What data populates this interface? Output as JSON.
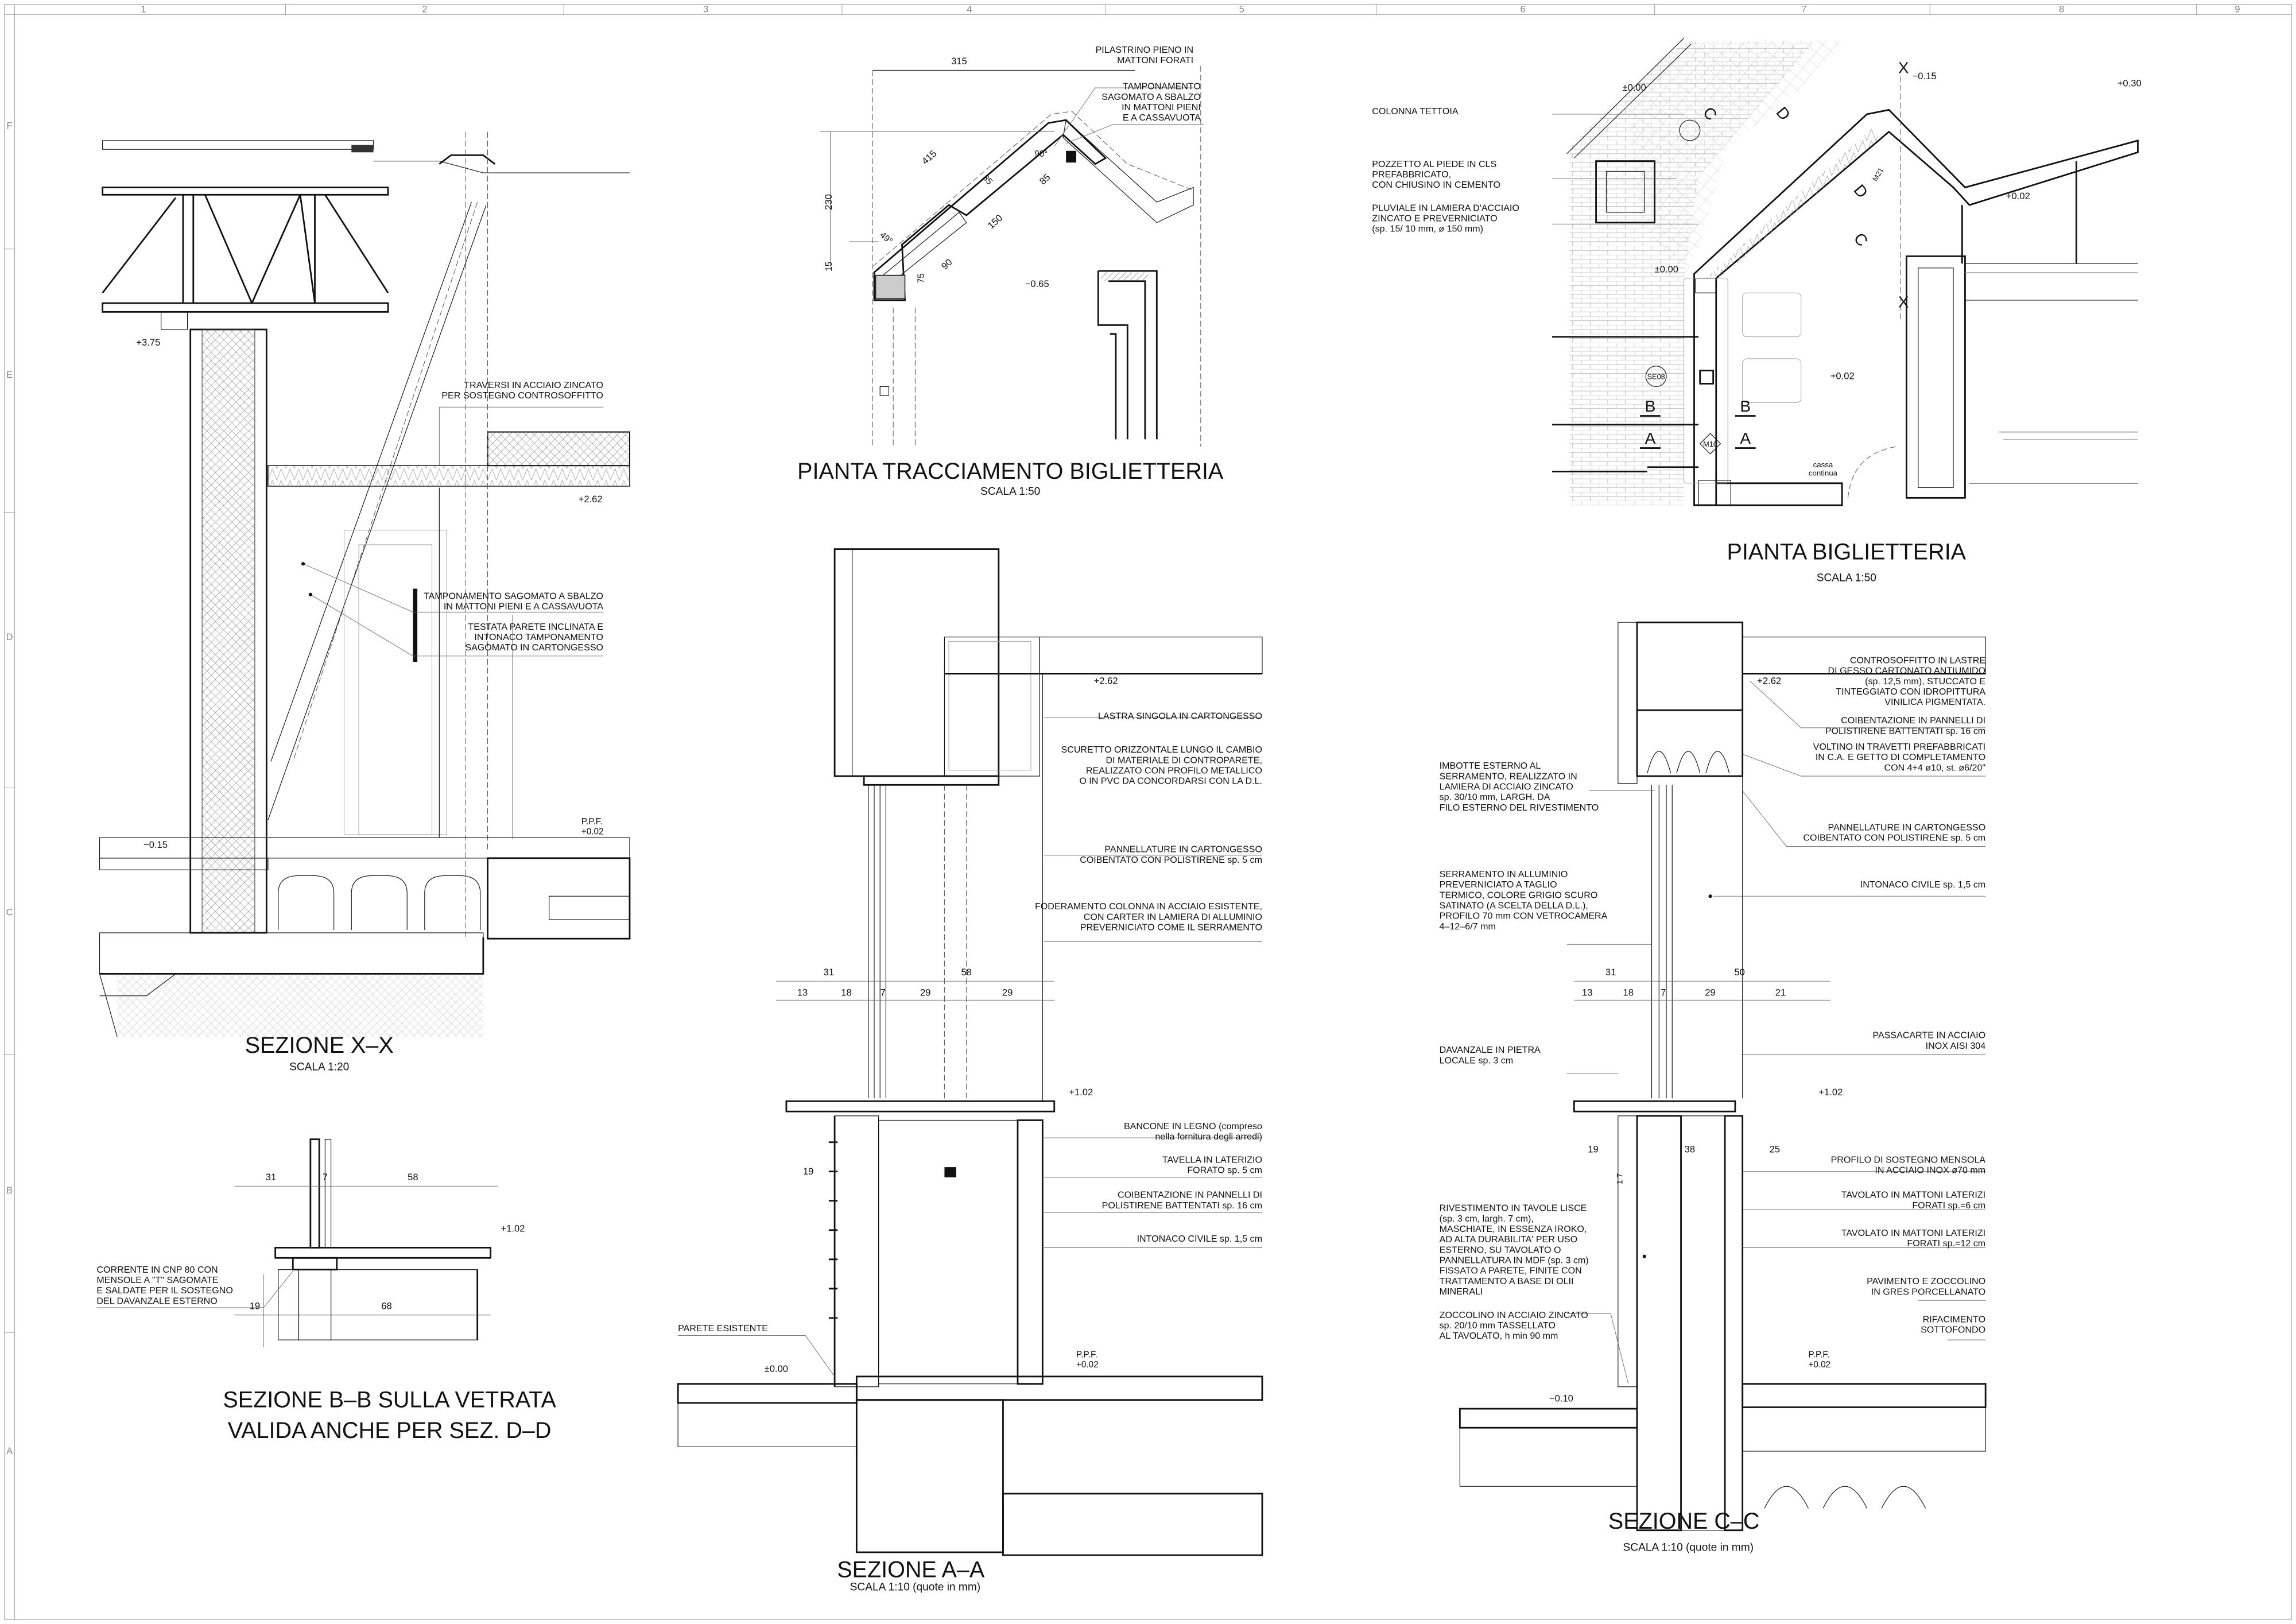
{
  "grid": {
    "columns": [
      "1",
      "2",
      "3",
      "4",
      "5",
      "6",
      "7",
      "8",
      "9"
    ],
    "rows": [
      "F",
      "E",
      "D",
      "C",
      "B",
      "A"
    ]
  },
  "drawings": {
    "sezione_xx": {
      "title": "SEZIONE X–X",
      "scale": "SCALA 1:20",
      "notes": {
        "traversi": [
          "TRAVERSI IN ACCIAIO ZINCATO",
          "PER SOSTEGNO CONTROSOFFITTO"
        ],
        "tamponamento": [
          "TAMPONAMENTO SAGOMATO A SBALZO",
          "IN MATTONI PIENI E A CASSAVUOTA"
        ],
        "testata": [
          "TESTATA PARETE INCLINATA E",
          "INTONACO TAMPONAMENTO",
          "SAGOMATO IN CARTONGESSO"
        ]
      },
      "levels": {
        "top": "+3.75",
        "ceiling": "+2.62",
        "outside": "−0.15",
        "floor": [
          "P.P.F.",
          "+0.02"
        ]
      }
    },
    "sezione_bb": {
      "title": "SEZIONE B–B SULLA VETRATA",
      "subtitle": "VALIDA ANCHE PER SEZ. D–D",
      "notes": {
        "corrente": [
          "CORRENTE IN CNP 80 CON",
          "MENSOLE A \"T\" SAGOMATE",
          "E SALDATE PER IL SOSTEGNO",
          "DEL DAVANZALE ESTERNO"
        ]
      },
      "dims": {
        "d31": "31",
        "d7": "7",
        "d58": "58",
        "d19": "19",
        "d68": "68"
      },
      "levels": {
        "sill": "+1.02"
      }
    },
    "pianta_tracciamento": {
      "title": "PIANTA TRACCIAMENTO BIGLIETTERIA",
      "scale": "SCALA 1:50",
      "notes": {
        "pilastrino": [
          "PILASTRINO PIENO IN",
          "MATTONI FORATI"
        ],
        "tamponamento": [
          "TAMPONAMENTO",
          "SAGOMATO A SBALZO",
          "IN MATTONI PIENI",
          "E A CASSAVUOTA"
        ]
      },
      "dims": {
        "d315": "315",
        "d415": "415",
        "d230": "230",
        "d15": "15",
        "d90": "90",
        "d150": "150",
        "d85": "85",
        "d35": "35",
        "d75": "75",
        "a90": "90°",
        "a49": "49°"
      },
      "levels": {
        "ground": "−0.65"
      }
    },
    "pianta_biglietteria": {
      "title": "PIANTA BIGLIETTERIA",
      "scale": "SCALA 1:50",
      "notes": {
        "colonna": [
          "COLONNA TETTOIA"
        ],
        "pozzetto": [
          "POZZETTO AL PIEDE IN CLS",
          "PREFABBRICATO,",
          "CON CHIUSINO IN CEMENTO"
        ],
        "pluviale": [
          "PLUVIALE IN LAMIERA D'ACCIAIO",
          "ZINCATO E PREVERNICIATO",
          "(sp. 15/ 10 mm, ø 150 mm)"
        ],
        "cassa": [
          "cassa",
          "continua"
        ]
      },
      "tags": {
        "se08": "SE08",
        "m10": "M10",
        "m21": "M21"
      },
      "section_marks": {
        "a": "A",
        "b": "B",
        "c": "C",
        "d": "D",
        "x": "X"
      },
      "levels": {
        "l1": "±0.00",
        "l2": "−0.15",
        "l3": "+0.30",
        "l4": "+0.02",
        "l5": "±0.00",
        "l6": "+0.02"
      }
    },
    "sezione_aa": {
      "title": "SEZIONE A–A",
      "scale": "SCALA 1:10 (quote in mm)",
      "notes": {
        "lastra": [
          "LASTRA SINGOLA IN CARTONGESSO"
        ],
        "scuretto": [
          "SCURETTO ORIZZONTALE LUNGO IL CAMBIO",
          "DI MATERIALE DI CONTROPARETE,",
          "REALIZZATO CON PROFILO METALLICO",
          "O IN PVC DA CONCORDARSI CON LA D.L."
        ],
        "pannellature": [
          "PANNELLATURE IN CARTONGESSO",
          "COIBENTATO CON POLISTIRENE sp. 5 cm"
        ],
        "foderamento": [
          "FODERAMENTO COLONNA IN ACCIAIO ESISTENTE,",
          "CON CARTER IN LAMIERA DI ALLUMINIO",
          "PREVERNICIATO COME IL SERRAMENTO"
        ],
        "bancone": [
          "BANCONE IN LEGNO (compreso",
          "nella fornitura degli arredi)"
        ],
        "tavella": [
          "TAVELLA IN LATERIZIO",
          "FORATO sp. 5 cm"
        ],
        "coibentazione": [
          "COIBENTAZIONE IN PANNELLI DI",
          "POLISTIRENE BATTENTATI sp. 16 cm"
        ],
        "intonaco": [
          "INTONACO CIVILE sp. 1,5 cm"
        ],
        "parete": [
          "PARETE ESISTENTE"
        ]
      },
      "dims": {
        "d31": "31",
        "d58": "58",
        "d13": "13",
        "d18": "18",
        "d7": "7",
        "d29a": "29",
        "d29b": "29",
        "d19": "19"
      },
      "levels": {
        "ceiling": "+2.62",
        "sill": "+1.02",
        "outside": "±0.00",
        "floor": [
          "P.P.F.",
          "+0.02"
        ]
      }
    },
    "sezione_cc": {
      "title": "SEZIONE C–C",
      "scale": "SCALA 1:10 (quote in mm)",
      "notes": {
        "controsoffitto": [
          "CONTROSOFFITTO IN LASTRE",
          "DI GESSO CARTONATO ANTIUMIDO",
          "(sp. 12,5 mm), STUCCATO E",
          "TINTEGGIATO CON IDROPITTURA",
          "VINILICA PIGMENTATA."
        ],
        "coibentazione_top": [
          "COIBENTAZIONE IN PANNELLI DI",
          "POLISTIRENE BATTENTATI sp. 16 cm"
        ],
        "voltino": [
          "VOLTINO IN TRAVETTI PREFABBRICATI",
          "IN C.A. E GETTO DI COMPLETAMENTO",
          "CON 4+4 ø10, st. ø6/20\""
        ],
        "pannellature": [
          "PANNELLATURE IN CARTONGESSO",
          "COIBENTATO CON POLISTIRENE sp. 5 cm"
        ],
        "intonaco": [
          "INTONACO CIVILE sp. 1,5 cm"
        ],
        "imbotte": [
          "IMBOTTE ESTERNO AL",
          "SERRAMENTO, REALIZZATO IN",
          "LAMIERA DI ACCIAIO ZINCATO",
          "sp. 30/10 mm, LARGH. DA",
          "FILO ESTERNO DEL RIVESTIMENTO"
        ],
        "serramento": [
          "SERRAMENTO IN ALLUMINIO",
          "PREVERNICIATO A TAGLIO",
          "TERMICO, COLORE GRIGIO SCURO",
          "SATINATO (A SCELTA DELLA D.L.),",
          "PROFILO 70 mm CON VETROCAMERA",
          "4–12–6/7 mm"
        ],
        "davanzale": [
          "DAVANZALE IN PIETRA",
          "LOCALE sp. 3 cm"
        ],
        "passacarte": [
          "PASSACARTE IN ACCIAIO",
          "INOX AISI 304"
        ],
        "profilo": [
          "PROFILO DI SOSTEGNO MENSOLA",
          "IN ACCIAIO INOX ø70 mm"
        ],
        "tavolato6": [
          "TAVOLATO IN MATTONI LATERIZI",
          "FORATI sp.=6 cm"
        ],
        "tavolato12": [
          "TAVOLATO IN MATTONI LATERIZI",
          "FORATI sp.=12 cm"
        ],
        "pavimento": [
          "PAVIMENTO E ZOCCOLINO",
          "IN GRES PORCELLANATO"
        ],
        "rifacimento": [
          "RIFACIMENTO",
          "SOTTOFONDO"
        ],
        "rivestimento": [
          "RIVESTIMENTO IN TAVOLE LISCE",
          "(sp. 3 cm, largh. 7 cm),",
          "MASCHIATE, IN ESSENZA IROKO,",
          "AD ALTA DURABILITA' PER USO",
          "ESTERNO, SU TAVOLATO O",
          "PANNELLATURA IN MDF (sp. 3 cm)",
          "FISSATO A PARETE, FINITE CON",
          "TRATTAMENTO A BASE DI OLII",
          "MINERALI"
        ],
        "zoccolino": [
          "ZOCCOLINO IN ACCIAIO ZINCATO",
          "sp. 20/10 mm TASSELLATO",
          "AL TAVOLATO, h min 90 mm"
        ]
      },
      "dims": {
        "d31": "31",
        "d50": "50",
        "d13": "13",
        "d18": "18",
        "d7": "7",
        "d29": "29",
        "d21": "21",
        "d19": "19",
        "d38": "38",
        "d25": "25",
        "d17": "1 7"
      },
      "levels": {
        "ceiling": "+2.62",
        "sill": "+1.02",
        "outside": "−0.10",
        "floor": [
          "P.P.F.",
          "+0.02"
        ]
      }
    }
  }
}
